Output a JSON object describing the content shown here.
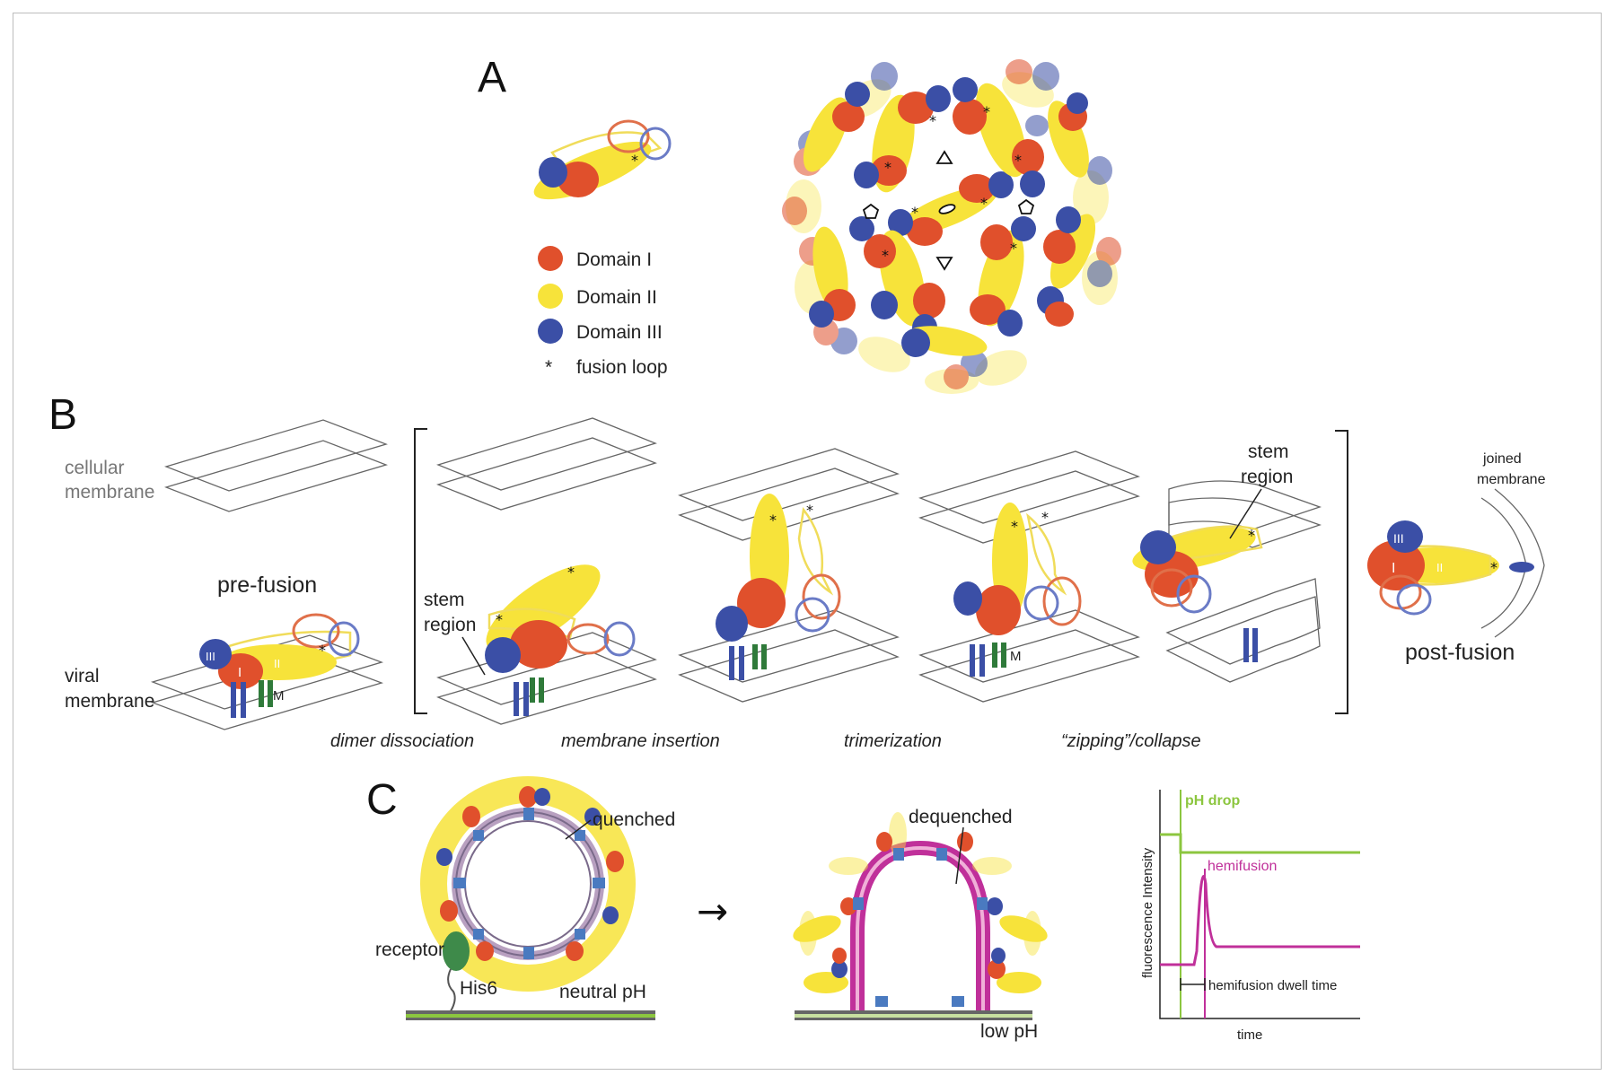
{
  "panels": {
    "a": "A",
    "b": "B",
    "c": "C"
  },
  "legend": {
    "domain1": "Domain I",
    "domain2": "Domain II",
    "domain3": "Domain III",
    "fusion_loop_symbol": "*",
    "fusion_loop": "fusion loop"
  },
  "colors": {
    "domain1": "#e0502c",
    "domain2": "#f7e33a",
    "domain3": "#3b4fa6",
    "ph_drop": "#8cc63f",
    "hemifusion": "#c0309a",
    "receptor": "#3e8a4a"
  },
  "panel_b": {
    "cellular_membrane": [
      "cellular",
      "membrane"
    ],
    "viral_membrane": [
      "viral",
      "membrane"
    ],
    "pre_fusion": "pre-fusion",
    "post_fusion": "post-fusion",
    "stem_region": [
      "stem",
      "region"
    ],
    "stem_region2": [
      "stem",
      "region"
    ],
    "joined_membrane": [
      "joined",
      "membrane"
    ],
    "domain_labels": {
      "i": "I",
      "ii": "II",
      "iii": "III",
      "m": "M"
    },
    "steps": {
      "dimer": "dimer dissociation",
      "insertion": "membrane insertion",
      "trimer": "trimerization",
      "zipping": "“zipping”/collapse"
    }
  },
  "panel_c": {
    "quenched": "quenched",
    "dequenched": "dequenched",
    "receptor": "receptor",
    "his6": "His6",
    "neutral_ph": "neutral pH",
    "low_ph": "low pH",
    "arrow": "→",
    "graph": {
      "ylabel": "fluorescence Intensity",
      "xlabel": "time",
      "ph_drop": "pH drop",
      "hemifusion": "hemifusion",
      "dwell": "hemifusion dwell time"
    }
  }
}
